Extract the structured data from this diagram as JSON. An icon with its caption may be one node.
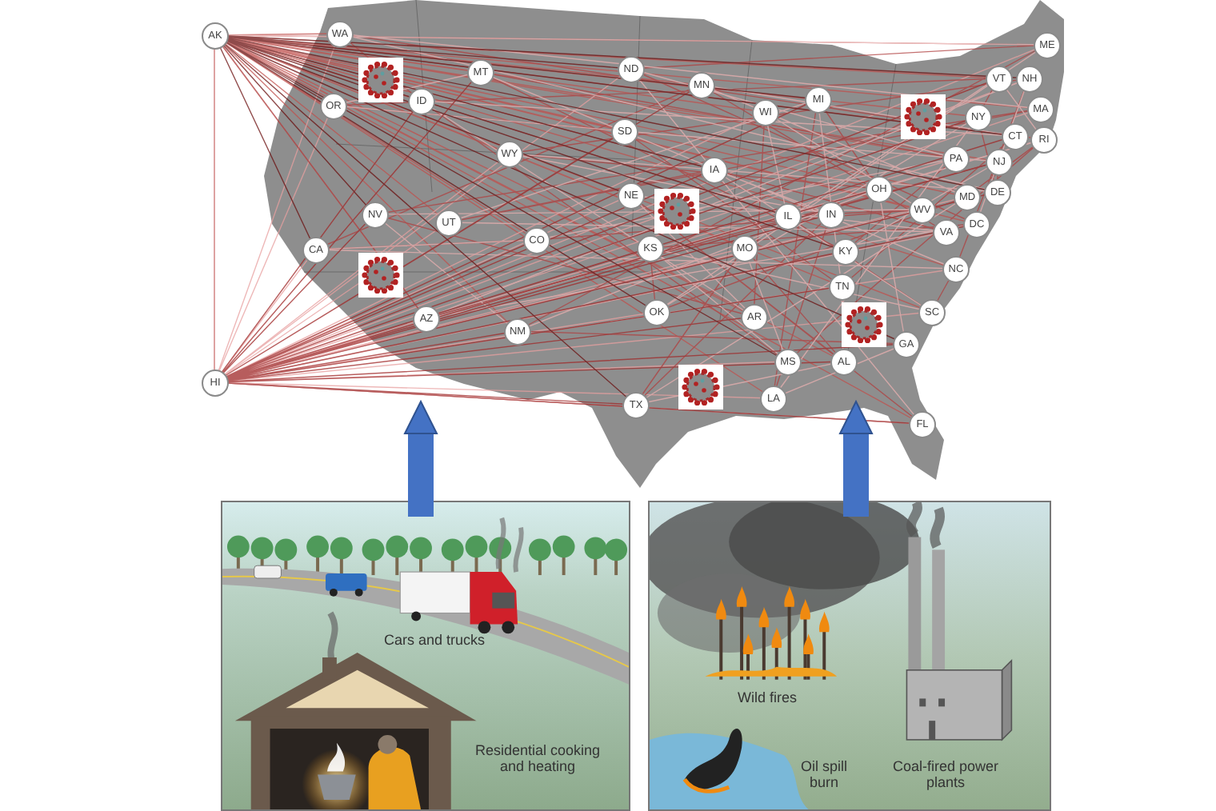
{
  "diagram": {
    "nodes": [
      {
        "text": [],
        "shape": "picture"
      },
      {
        "text": [
          "AK"
        ]
      },
      {
        "text": [
          "WA"
        ],
        "in": 0
      },
      {
        "text": [
          "MT"
        ],
        "in": 0
      },
      {
        "text": [
          "ND"
        ],
        "in": 0
      },
      {
        "text": [
          "MN"
        ],
        "in": 0
      },
      {
        "text": [
          "WI"
        ],
        "in": 0
      },
      {
        "text": [
          "MI"
        ],
        "in": 0
      },
      {
        "text": [
          "ME"
        ],
        "in": 0
      },
      {
        "text": [
          "VT"
        ],
        "in": 0
      },
      {
        "text": [
          "NH"
        ],
        "in": 0
      },
      {
        "text": [
          "NY"
        ],
        "in": 0
      },
      {
        "text": [
          "MA"
        ],
        "in": 0
      },
      {
        "text": [
          "CT"
        ],
        "in": 0
      },
      {
        "text": [
          "RI"
        ],
        "in": 0
      },
      {
        "text": [
          "ID"
        ],
        "in": 0
      },
      {
        "text": [
          "OR"
        ],
        "in": 0
      },
      {
        "text": [
          "SD"
        ],
        "in": 0
      },
      {
        "text": [
          "WY"
        ],
        "in": 0
      },
      {
        "text": [
          "IA"
        ],
        "in": 0
      },
      {
        "text": [
          "PA"
        ],
        "in": 0
      },
      {
        "text": [
          "NJ"
        ],
        "in": 0
      },
      {
        "text": [
          "NE"
        ],
        "in": 0
      },
      {
        "text": [
          "OH"
        ],
        "in": 0
      },
      {
        "text": [
          "MD"
        ],
        "in": 0
      },
      {
        "text": [
          "DE"
        ],
        "in": 0
      },
      {
        "text": [
          "WV"
        ],
        "in": 0
      },
      {
        "text": [
          "DC"
        ],
        "in": 0
      },
      {
        "text": [
          "IL"
        ],
        "in": 0
      },
      {
        "text": [
          "IN"
        ],
        "in": 0
      },
      {
        "text": [
          "VA"
        ],
        "in": 0
      },
      {
        "text": [
          "NV"
        ],
        "in": 0
      },
      {
        "text": [
          "UT"
        ],
        "in": 0
      },
      {
        "text": [
          "CO"
        ],
        "in": 0
      },
      {
        "text": [
          "CA"
        ],
        "in": 0
      },
      {
        "text": [
          "KS"
        ],
        "in": 0
      },
      {
        "text": [
          "MO"
        ],
        "in": 0
      },
      {
        "text": [
          "KY"
        ],
        "in": 0
      },
      {
        "text": [
          "NC"
        ],
        "in": 0
      },
      {
        "text": [
          "TN"
        ],
        "in": 0
      },
      {
        "text": [
          "OK"
        ],
        "in": 0
      },
      {
        "text": [
          "AR"
        ],
        "in": 0
      },
      {
        "text": [
          "SC"
        ],
        "in": 0
      },
      {
        "text": [
          "GA"
        ],
        "in": 0
      },
      {
        "text": [
          "AZ"
        ],
        "in": 0
      },
      {
        "text": [
          "NM"
        ],
        "in": 0
      },
      {
        "text": [
          "MS"
        ],
        "in": 0
      },
      {
        "text": [
          "AL"
        ],
        "in": 0
      },
      {
        "text": [
          "LA"
        ],
        "in": 0
      },
      {
        "text": [
          "TX"
        ],
        "in": 0
      },
      {
        "text": [
          "HI"
        ]
      },
      {
        "text": [
          "FL"
        ],
        "in": 0
      },
      {
        "text": [
          "Cars and trucks",
          "Residential cooking and heating"
        ]
      },
      {
        "text": [
          "Wild fires",
          "Oil spill burn",
          "Coal-fired power plants"
        ]
      }
    ],
    "edges": [
      {
        "from": 52,
        "to": 0,
        "arrow": "to"
      },
      {
        "from": 53,
        "to": 0,
        "arrow": "to"
      }
    ]
  }
}
